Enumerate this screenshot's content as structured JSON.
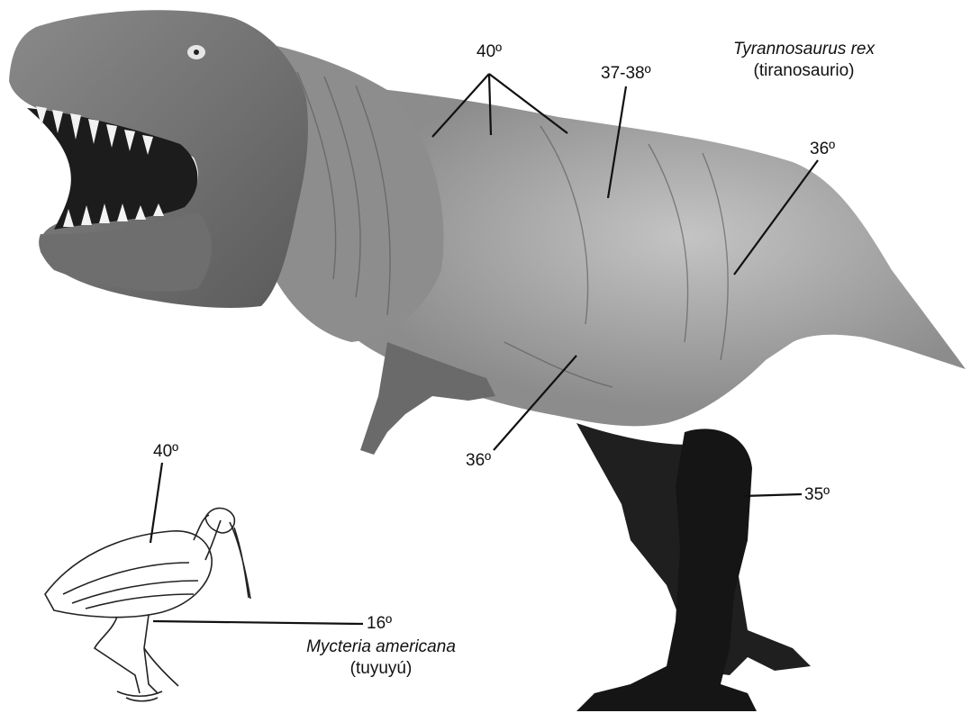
{
  "trex": {
    "scientific_name": "Tyrannosaurus rex",
    "common_name": "(tiranosaurio)",
    "temperatures": {
      "back": "40º",
      "hip": "37-38º",
      "tail": "36º",
      "belly": "36º",
      "leg": "35º"
    }
  },
  "stork": {
    "scientific_name": "Mycteria americana",
    "common_name": "(tuyuyú)",
    "temperatures": {
      "body": "40º",
      "leg": "16º"
    }
  },
  "colors": {
    "label_ink": "#111111",
    "skin_light": "#9a9a9a",
    "skin_dark": "#3c3c3c",
    "legs": "#1a1a1a"
  }
}
